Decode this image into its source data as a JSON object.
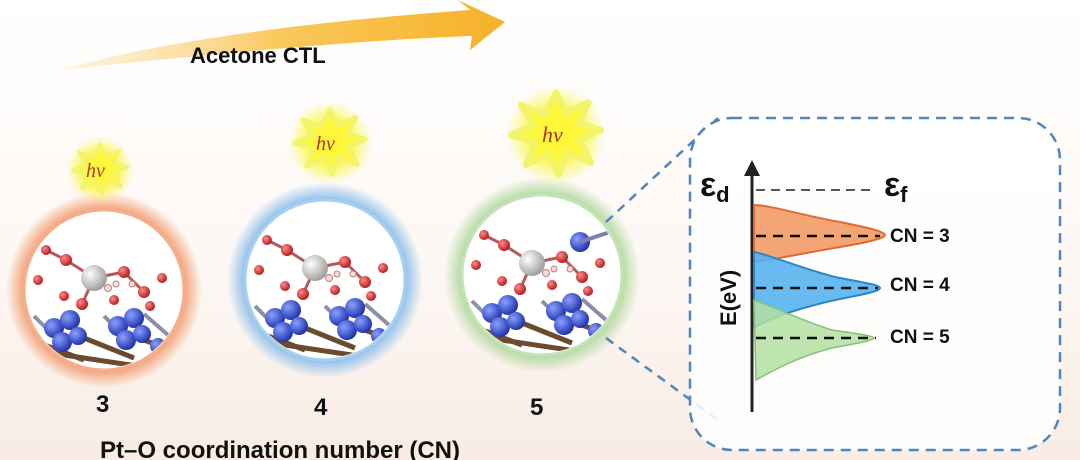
{
  "arrow": {
    "label": "Acetone CTL",
    "color": "#f7b733"
  },
  "photon_label": "hv",
  "sites": [
    {
      "cn": "3",
      "glow": "#f08a55"
    },
    {
      "cn": "4",
      "glow": "#6fb0ea"
    },
    {
      "cn": "5",
      "glow": "#9fd28a"
    }
  ],
  "x_caption": "Pt–O coordination number (CN)",
  "energy_panel": {
    "y_axis_label": "E(eV)",
    "d_band_symbol": "ε",
    "d_band_sub": "d",
    "fermi_symbol": "ε",
    "fermi_sub": "f",
    "levels": [
      {
        "label": "CN = 3",
        "color": "#f08a55"
      },
      {
        "label": "CN = 4",
        "color": "#4aa7e8"
      },
      {
        "label": "CN = 5",
        "color": "#9fd48f"
      }
    ]
  },
  "colors": {
    "pt_atom": "#c9c9c9",
    "o_atom": "#d42a2a",
    "support_atom": "#2f45c9",
    "substrate": "#6b4a2e",
    "dashed_frame": "#4f86c0"
  }
}
